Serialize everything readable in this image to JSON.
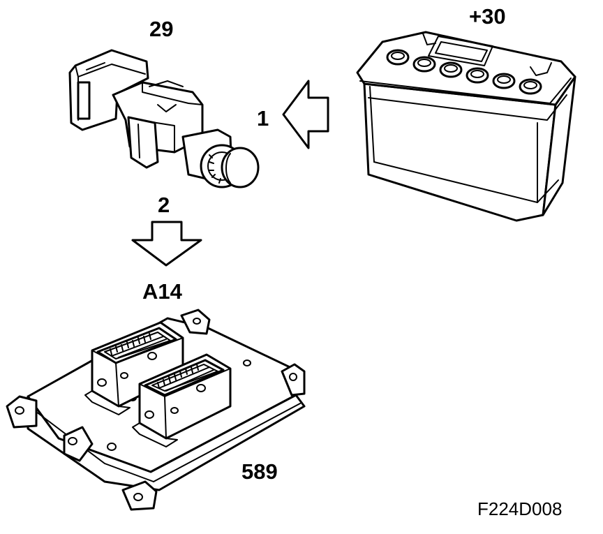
{
  "labels": {
    "switch_ref": "29",
    "battery_ref": "+30",
    "arrow1": "1",
    "arrow2": "2",
    "module_ref": "A14",
    "module_num": "589",
    "figure_code": "F224D008"
  },
  "colors": {
    "line": "#000000",
    "background": "#ffffff"
  }
}
